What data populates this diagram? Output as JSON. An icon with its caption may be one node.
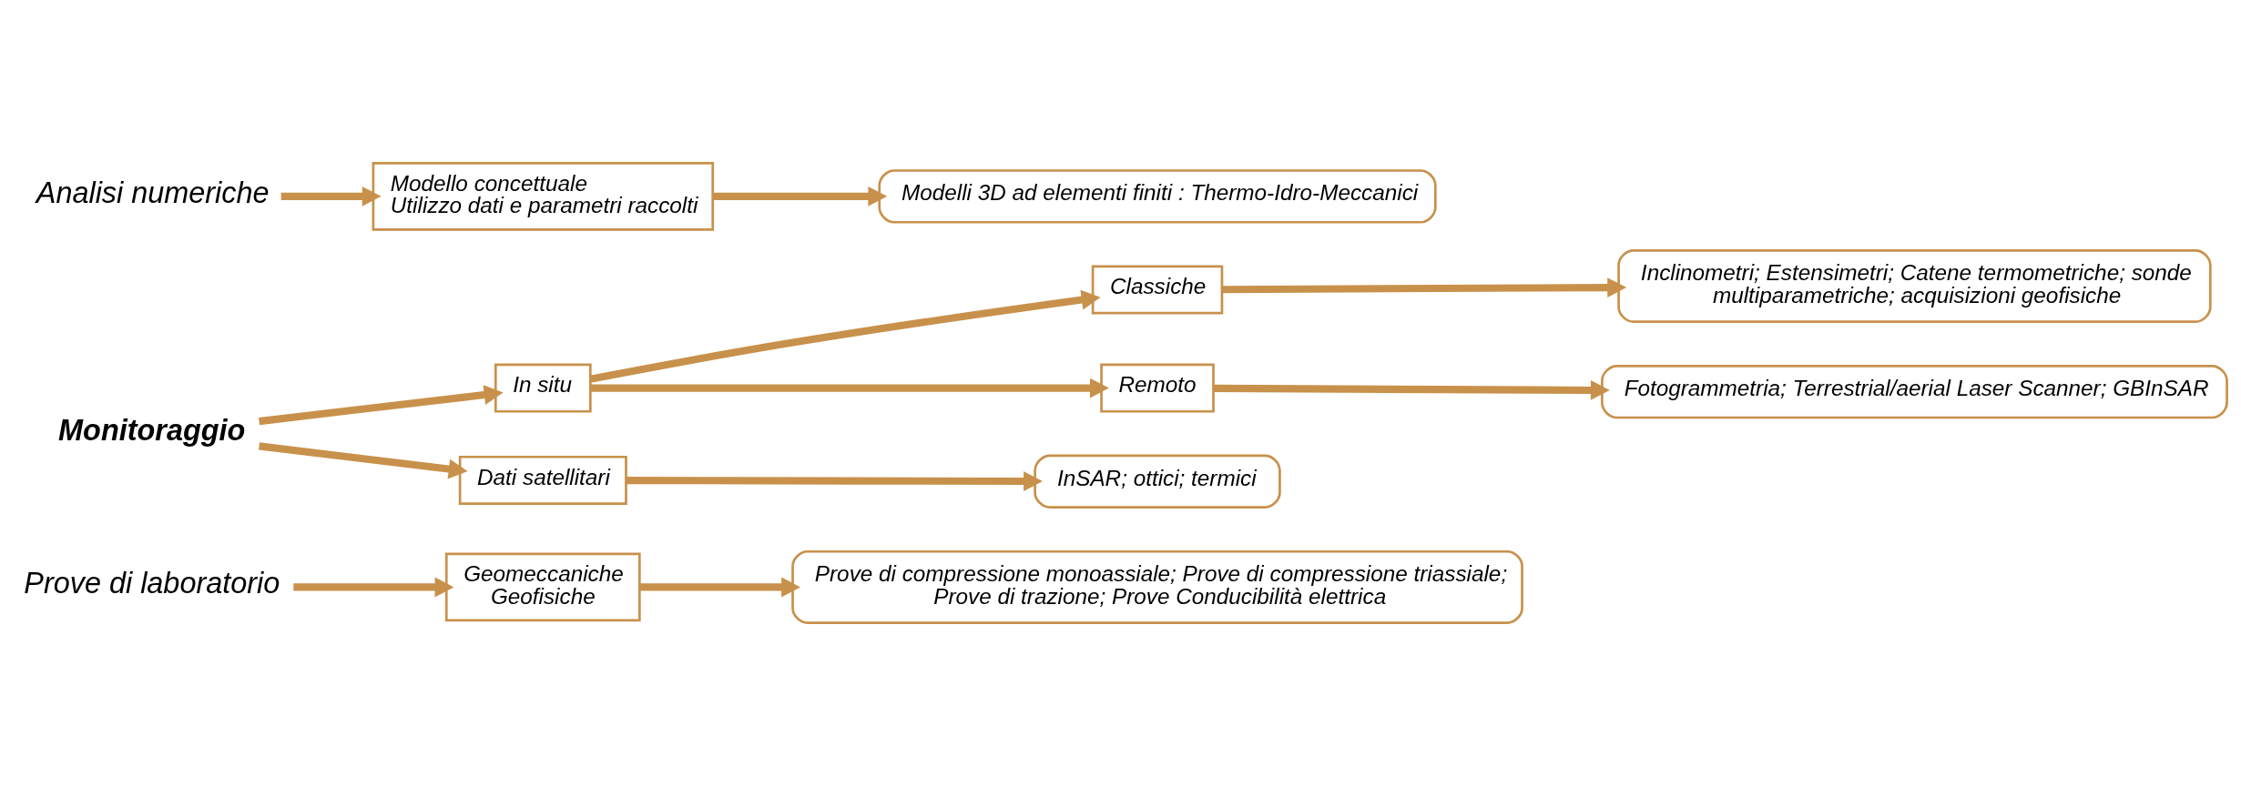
{
  "diagram": {
    "nodes": [
      {
        "text": [
          "Prove di laboratorio"
        ]
      },
      {
        "text": [
          "Geomeccaniche",
          "Geofisiche"
        ]
      },
      {
        "text": [
          "Prove di compressione monoassiale; Prove di compressione triassiale; Prove di trazione; Prove Conducibilità elettrica"
        ]
      },
      {
        "text": [
          "Monitoraggio"
        ]
      },
      {
        "text": [
          "In situ"
        ]
      },
      {
        "text": [
          "Classiche"
        ]
      },
      {
        "text": [
          "Inclinometri; Estensimetri; Catene termometriche; sonde multiparametriche; acquisizioni geofisiche"
        ]
      },
      {
        "text": [
          "Remoto"
        ]
      },
      {
        "text": [
          "Fotogrammetria; Terrestrial/aerial Laser Scanner; GBInSAR"
        ]
      },
      {
        "text": [
          "Dati satellitari"
        ]
      },
      {
        "text": [
          "InSAR; ottici; termici"
        ]
      },
      {
        "text": [
          "Analisi numeriche"
        ]
      },
      {
        "text": [
          "Modello concettuale",
          "Utilizzo dati e parametri raccolti"
        ]
      },
      {
        "text": [
          "Modelli 3D ad elementi finiti : Thermo-Idro-Meccanici"
        ]
      }
    ],
    "edges": [
      {
        "from": 0,
        "to": 1,
        "arrow": "to"
      },
      {
        "from": 1,
        "to": 2,
        "arrow": "to"
      },
      {
        "from": 3,
        "to": 4,
        "arrow": "to"
      },
      {
        "from": 4,
        "to": 5,
        "arrow": "to"
      },
      {
        "from": 5,
        "to": 6,
        "arrow": "to"
      },
      {
        "from": 4,
        "to": 7,
        "arrow": "to"
      },
      {
        "from": 7,
        "to": 8,
        "arrow": "to"
      },
      {
        "from": 3,
        "to": 9,
        "arrow": "to"
      },
      {
        "from": 9,
        "to": 10,
        "arrow": "to"
      },
      {
        "from": 11,
        "to": 12,
        "arrow": "to"
      },
      {
        "from": 12,
        "to": 13,
        "arrow": "to"
      }
    ]
  }
}
